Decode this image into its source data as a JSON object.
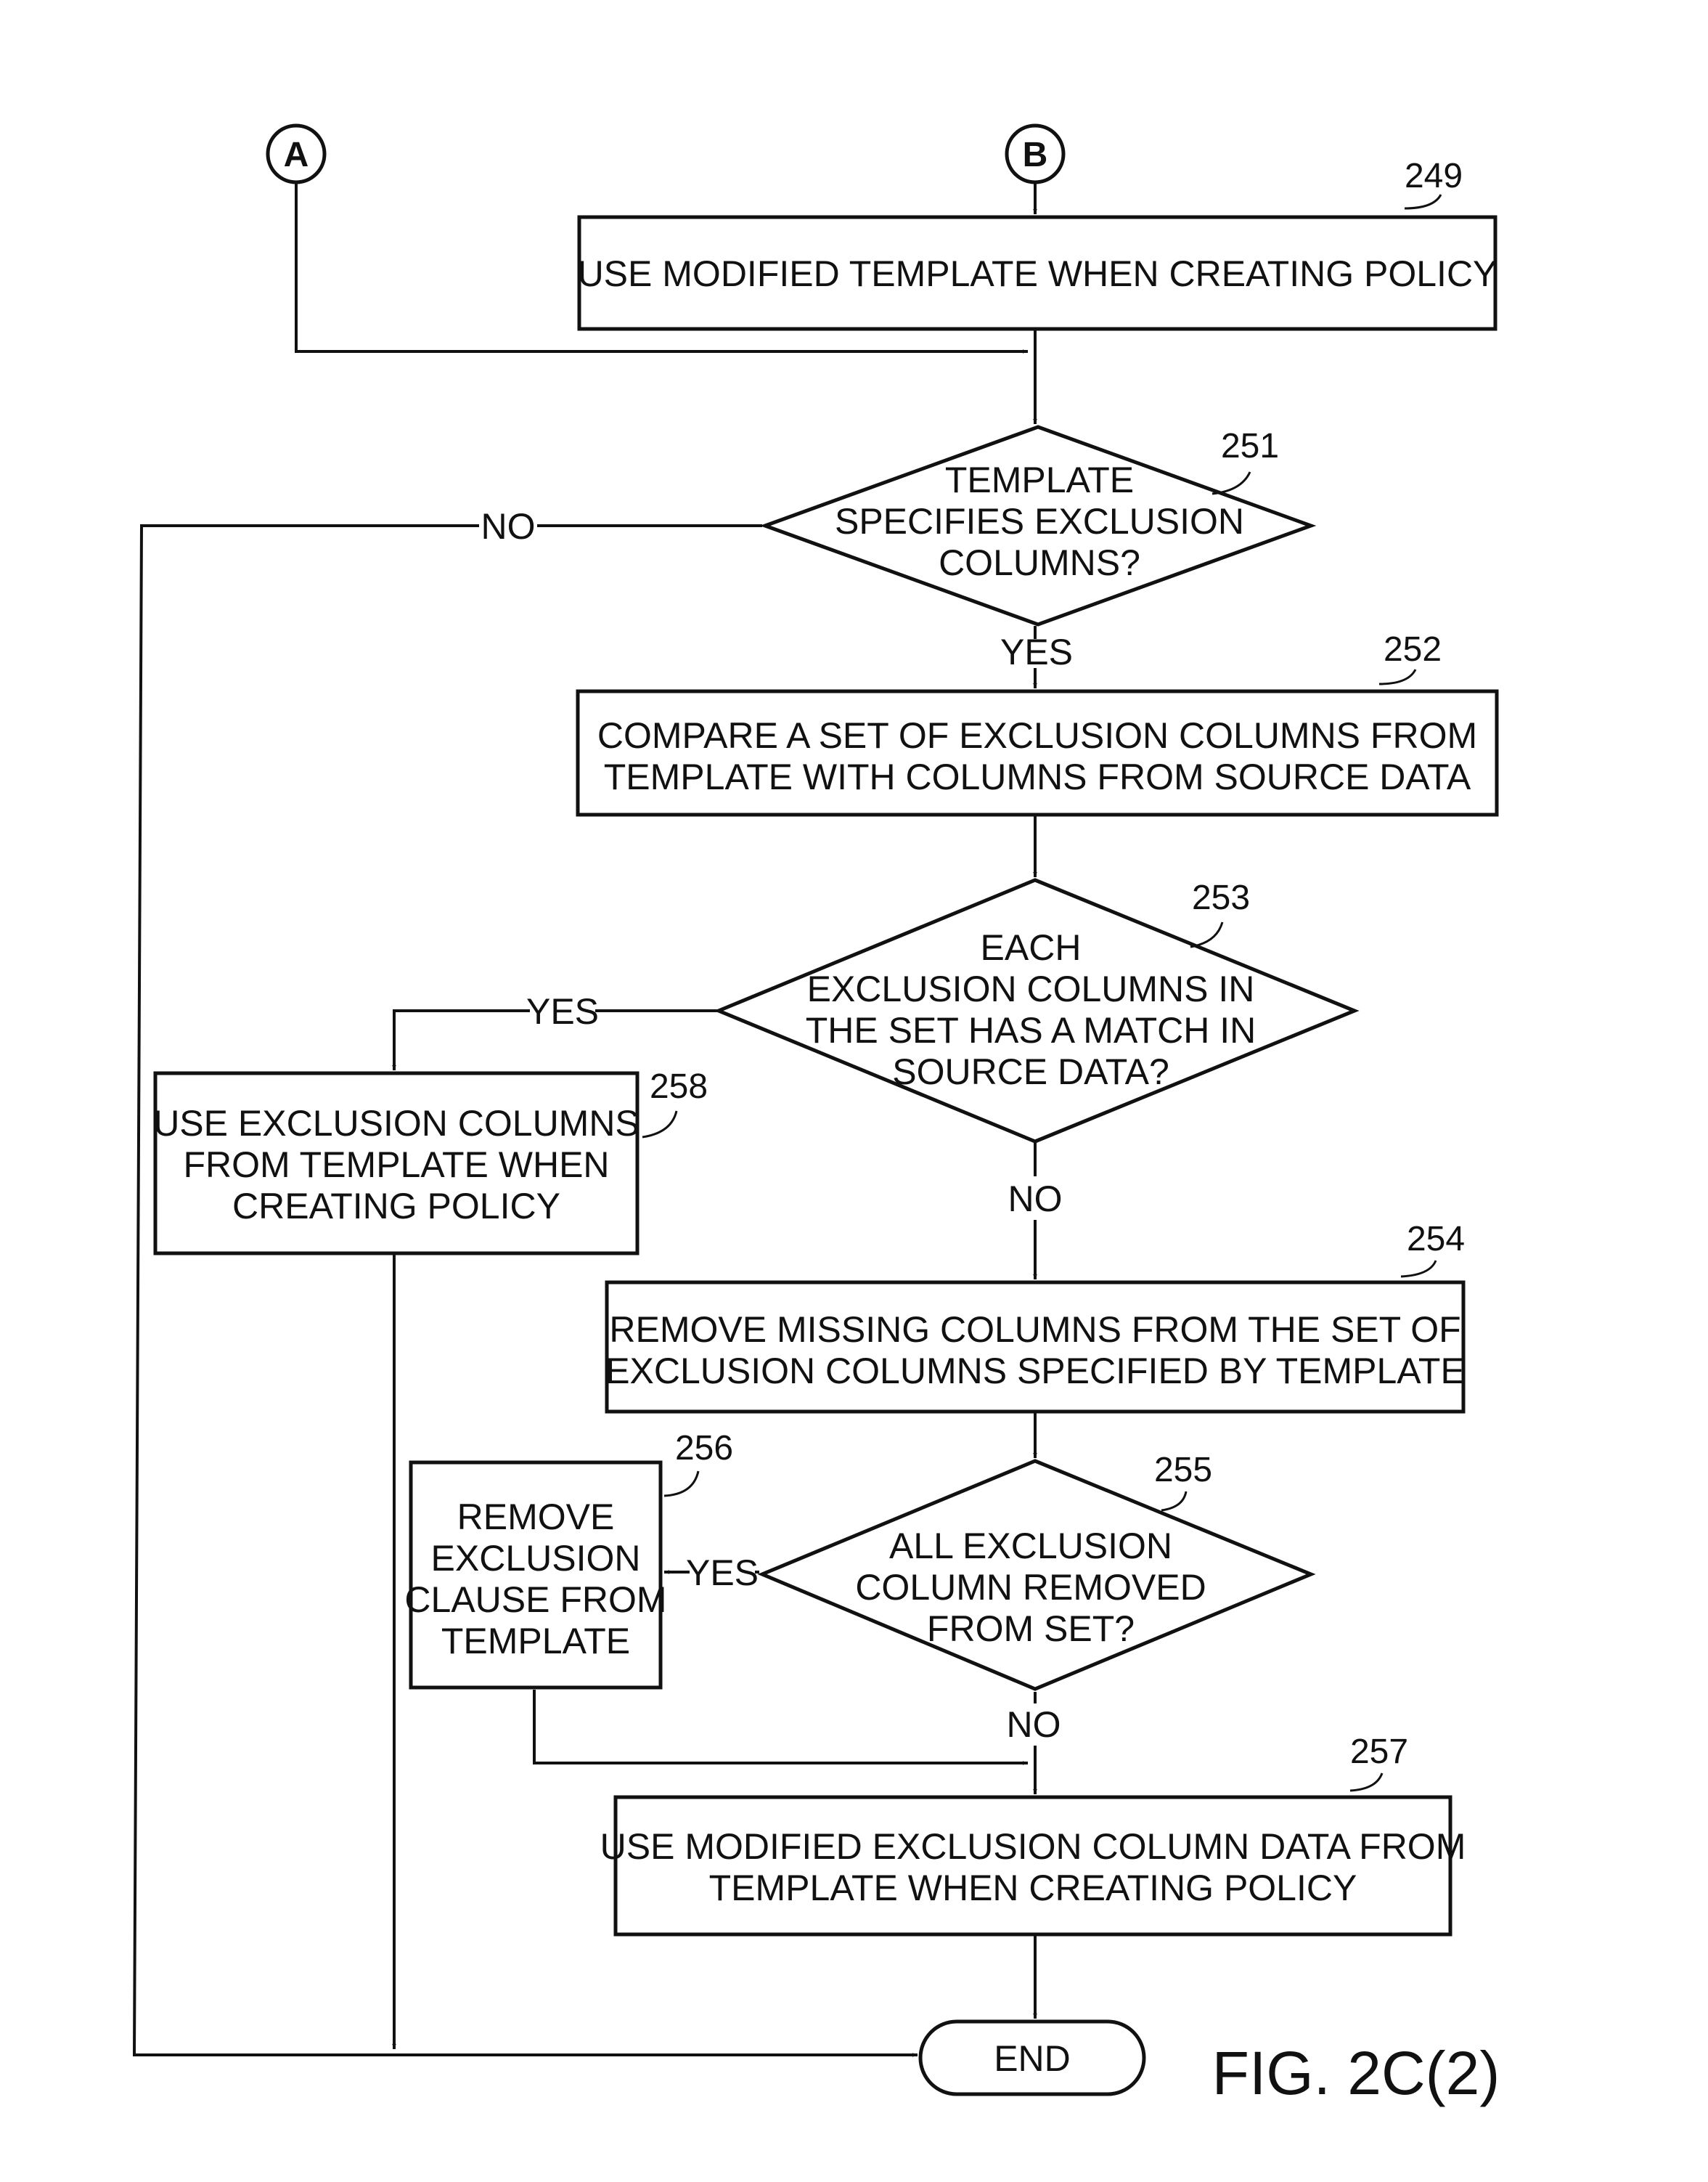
{
  "figure_label": "FIG. 2C(2)",
  "connectors": {
    "a": "A",
    "b": "B"
  },
  "nodes": {
    "n249": {
      "ref": "249",
      "lines": [
        "USE MODIFIED TEMPLATE WHEN CREATING POLICY"
      ]
    },
    "n251": {
      "ref": "251",
      "lines": [
        "TEMPLATE",
        "SPECIFIES EXCLUSION",
        "COLUMNS?"
      ]
    },
    "n252": {
      "ref": "252",
      "lines": [
        "COMPARE A SET OF EXCLUSION COLUMNS FROM",
        "TEMPLATE WITH COLUMNS FROM SOURCE DATA"
      ]
    },
    "n253": {
      "ref": "253",
      "lines": [
        "EACH",
        "EXCLUSION COLUMNS IN",
        "THE SET HAS A MATCH IN",
        "SOURCE DATA?"
      ]
    },
    "n254": {
      "ref": "254",
      "lines": [
        "REMOVE MISSING COLUMNS FROM THE SET OF",
        "EXCLUSION COLUMNS SPECIFIED BY TEMPLATE"
      ]
    },
    "n255": {
      "ref": "255",
      "lines": [
        "ALL EXCLUSION",
        "COLUMN REMOVED",
        "FROM SET?"
      ]
    },
    "n256": {
      "ref": "256",
      "lines": [
        "REMOVE",
        "EXCLUSION",
        "CLAUSE FROM",
        "TEMPLATE"
      ]
    },
    "n257": {
      "ref": "257",
      "lines": [
        "USE MODIFIED EXCLUSION COLUMN DATA FROM",
        "TEMPLATE WHEN CREATING POLICY"
      ]
    },
    "n258": {
      "ref": "258",
      "lines": [
        "USE EXCLUSION COLUMNS",
        "FROM TEMPLATE WHEN",
        "CREATING POLICY"
      ]
    },
    "end": {
      "lines": [
        "END"
      ]
    }
  },
  "edge_labels": {
    "no_251": "NO",
    "yes_251": "YES",
    "yes_253": "YES",
    "no_253": "NO",
    "yes_255": "YES",
    "no_255": "NO"
  }
}
